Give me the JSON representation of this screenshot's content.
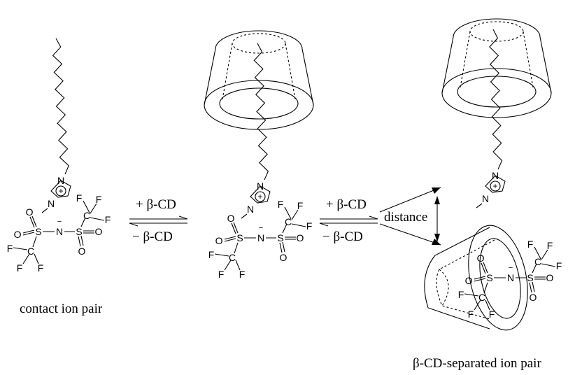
{
  "atoms": {
    "N": "N",
    "S": "S",
    "O": "O",
    "C": "C",
    "F": "F",
    "plus": "+",
    "minus": "−"
  },
  "labels": {
    "forward_1": "+ β-CD",
    "reverse_1": "− β-CD",
    "forward_2": "+ β-CD",
    "reverse_2": "− β-CD",
    "distance": "distance",
    "contact_ion_pair": "contact ion pair",
    "separated_ion_pair": "β-CD-separated ion pair"
  }
}
